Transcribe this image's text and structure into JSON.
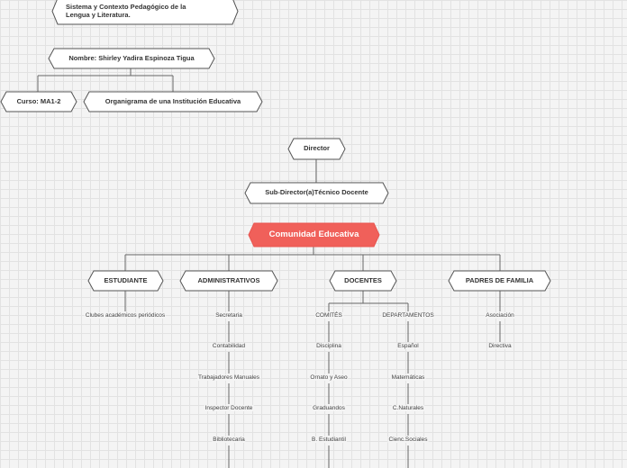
{
  "header_box": {
    "line1": "Sistema y Contexto Pedagógico de la",
    "line2": "Lengua y Literatura."
  },
  "nombre": "Nombre: Shirley Yadira Espinoza Tigua",
  "curso": "Curso: MA1-2",
  "organigrama": "Organigrama de una Institución Educativa",
  "director": "Director",
  "subdirector": "Sub-Director(a)Técnico Docente",
  "comunidad": "Comunidad Educativa",
  "colors": {
    "accent": "#f0605a",
    "node_fill": "#ffffff",
    "stroke": "#555555"
  },
  "branches": {
    "estudiante": {
      "title": "ESTUDIANTE",
      "items": [
        "Clubes académicos periódicos"
      ]
    },
    "administrativos": {
      "title": "ADMINISTRATIVOS",
      "items": [
        "Secretaria",
        "Contabilidad",
        "Trabajadores Manuales",
        "Inspector Docente",
        "Bibliotecaria"
      ]
    },
    "docentes": {
      "title": "DOCENTES",
      "comites": {
        "title": "COMITÉS",
        "items": [
          "Disciplina",
          "Ornato y Aseo",
          "Graduandos",
          "B. Estudiantil"
        ]
      },
      "departamentos": {
        "title": "DEPARTAMENTOS",
        "items": [
          "Español",
          "Matemáticas",
          "C.Naturales",
          "Cienc.Sociales"
        ]
      }
    },
    "padres": {
      "title": "PADRES DE FAMILIA",
      "items": [
        "Asociación",
        "Directiva"
      ]
    }
  }
}
